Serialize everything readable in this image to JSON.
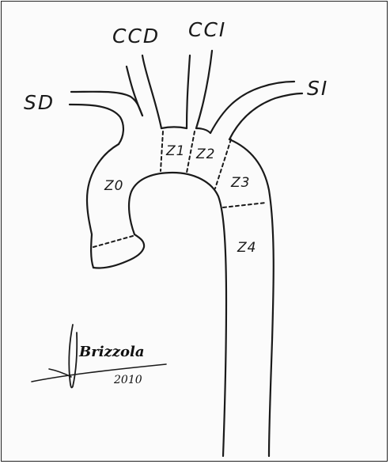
{
  "labels": {
    "ccd": "CCD",
    "cci": "CCI",
    "sd": "SD",
    "si": "SI"
  },
  "zones": [
    "Z0",
    "Z1",
    "Z2",
    "Z3",
    "Z4"
  ],
  "signature": {
    "name": "Brizzola",
    "year": "2010"
  },
  "colors": {
    "ink": "#1a1a1a",
    "paper": "#fbfbfb"
  }
}
